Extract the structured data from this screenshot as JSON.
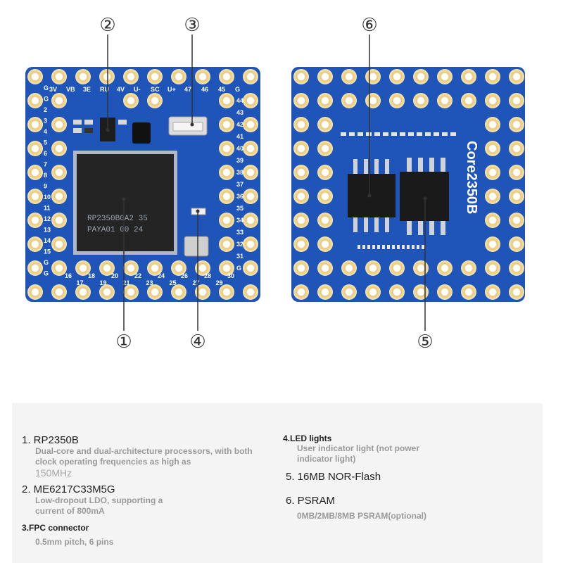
{
  "diagram": {
    "callouts": [
      "①",
      "②",
      "③",
      "④",
      "⑤",
      "⑥"
    ],
    "chip_marking": [
      "RP2350B0A2 35",
      "PAYA01 00 24"
    ],
    "board_label": "Core2350B",
    "silkscreen_left": [
      "G",
      "G",
      "2",
      "3",
      "4",
      "5",
      "6",
      "7",
      "8",
      "9",
      "10",
      "11",
      "12",
      "13",
      "14",
      "15",
      "G",
      "G"
    ],
    "silkscreen_top": [
      "3V",
      "VB",
      "3E",
      "RU",
      "4V",
      "U-",
      "SC",
      "U+",
      "47",
      "46",
      "45",
      "G"
    ],
    "silkscreen_right": [
      "44",
      "43",
      "42",
      "41",
      "40",
      "39",
      "38",
      "37",
      "36",
      "35",
      "34",
      "33",
      "32",
      "31",
      "G"
    ],
    "silkscreen_bottom": [
      "16",
      "17",
      "18",
      "19",
      "20",
      "21",
      "22",
      "23",
      "24",
      "25",
      "26",
      "27",
      "28",
      "29",
      "30"
    ]
  },
  "legend": {
    "items": [
      {
        "title": "1. RP2350B",
        "desc": "Dual-core and dual-architecture processors, with both clock operating frequencies as high as",
        "extra": "150MHz"
      },
      {
        "title": "2. ME6217C33M5G",
        "desc": "Low-dropout LDO, supporting a current of 800mA"
      },
      {
        "title": "3.FPC connector",
        "desc": "0.5mm pitch, 6 pins"
      },
      {
        "title": "4.LED lights",
        "desc": "User indicator light (not power indicator light)"
      },
      {
        "title": "5. 16MB NOR-Flash"
      },
      {
        "title": "6. PSRAM",
        "desc": "0MB/2MB/8MB PSRAM(optional)"
      }
    ]
  }
}
